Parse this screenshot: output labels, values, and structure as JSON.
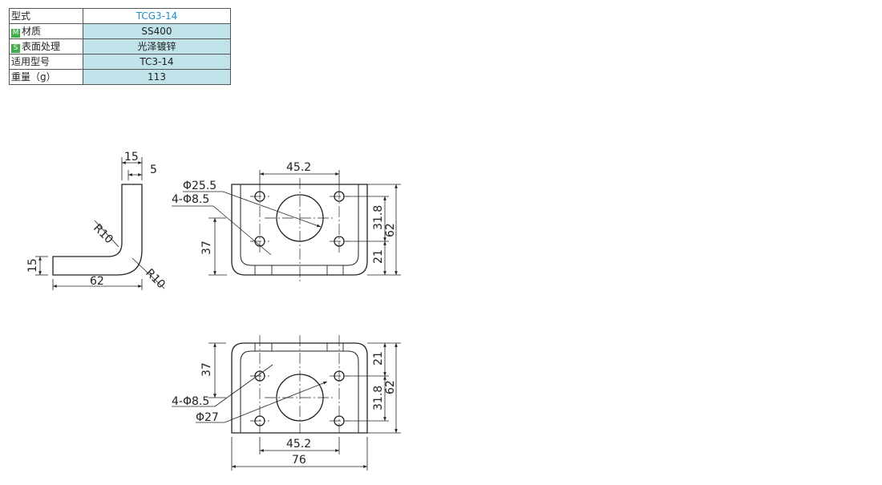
{
  "specs": {
    "rows": [
      {
        "label": "型式",
        "badge": "",
        "value": "TCG3-14"
      },
      {
        "label": "材质",
        "badge": "M",
        "value": "SS400"
      },
      {
        "label": "表面处理",
        "badge": "S",
        "value": "光泽镀锌"
      },
      {
        "label": "适用型号",
        "badge": "",
        "value": "TC3-14"
      },
      {
        "label": "重量（g）",
        "badge": "",
        "value": "113"
      }
    ],
    "accent_color": "#1a8fc7",
    "value_bg_color": "#bfe3e8",
    "badge_color": "#3fae49"
  },
  "dims": {
    "side": {
      "top_thickness": "15",
      "lip": "5",
      "radius_outer": "R10",
      "radius_inner": "R10",
      "thickness": "15",
      "length": "62"
    },
    "top_view": {
      "hole_spacing_x": "45.2",
      "bore": "Φ25.5",
      "holes": "4-Φ8.5",
      "left_height": "37",
      "hole_spacing_y": "31.8",
      "edge_offset": "21",
      "overall": "62"
    },
    "bottom_view": {
      "left_height": "37",
      "holes": "4-Φ8.5",
      "bore": "Φ27",
      "edge_offset": "21",
      "hole_spacing_y": "31.8",
      "overall_right": "62",
      "hole_spacing_x": "45.2",
      "overall_width": "76"
    }
  }
}
